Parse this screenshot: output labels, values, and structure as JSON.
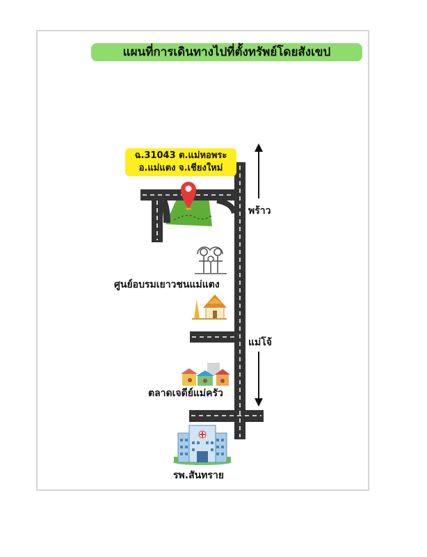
{
  "title": "แผนที่การเดินทางไปที่ตั้งทรัพย์โดยสังเขป",
  "address": {
    "line1": "ฉ.31043 ต.แม่หอพระ",
    "line2": "อ.แม่แตง จ.เชียงใหม่"
  },
  "road_labels": {
    "north": "พร้าว",
    "south": "แม่โจ้"
  },
  "landmarks": {
    "youth_center": "ศูนย์อบรมเยาวชนแม่แตง",
    "market": "ตลาดเจดีย์แม่ครัว",
    "hospital": "รพ.สันทราย"
  },
  "icons": [
    "location-pin-icon",
    "people-icon",
    "temple-icon",
    "market-icon",
    "hospital-icon"
  ],
  "colors": {
    "title_bg": "#8fdc6e",
    "address_bg": "#ffee1f",
    "road": "#333333",
    "land": "#5fae3a",
    "pin": "#e53935"
  }
}
